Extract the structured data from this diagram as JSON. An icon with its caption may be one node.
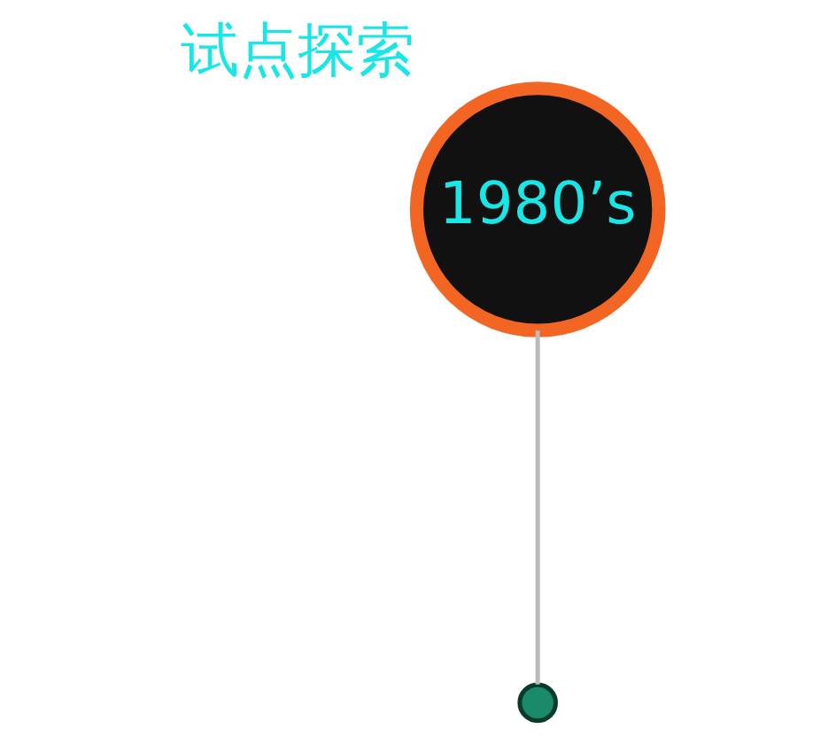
{
  "diagram": {
    "nodes": [
      {
        "text": [
          "1980’s"
        ],
        "beside": [
          "试点探索"
        ]
      },
      {
        "text": [],
        "shape": "circle"
      }
    ],
    "edges": [
      {
        "from": 0,
        "to": 1,
        "arrow": "none"
      }
    ]
  }
}
